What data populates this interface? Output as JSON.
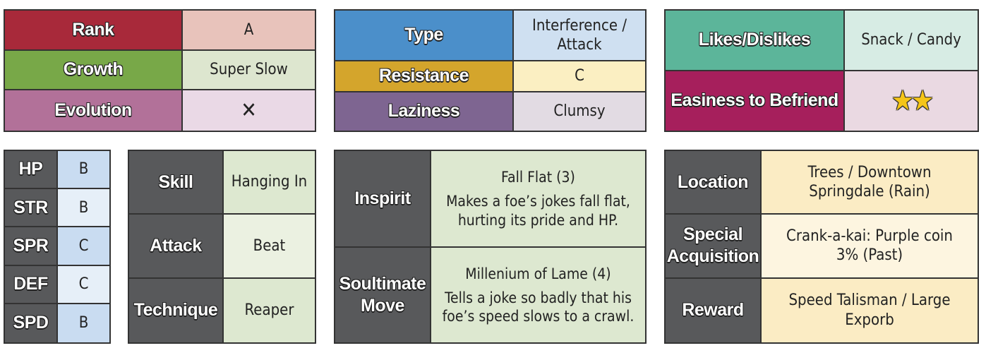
{
  "table1": {
    "rank_label": "Rank",
    "rank_value": "A",
    "growth_label": "Growth",
    "growth_value": "Super Slow",
    "evolution_label": "Evolution",
    "evolution_value": "✕"
  },
  "table2": {
    "type_label": "Type",
    "type_value_line1": "Interference /",
    "type_value_line2": "Attack",
    "resistance_label": "Resistance",
    "resistance_value": "C",
    "laziness_label": "Laziness",
    "laziness_value": "Clumsy"
  },
  "table3": {
    "likes_label": "Likes/Dislikes",
    "likes_value": "Snack / Candy",
    "befriend_label": "Easiness to Befriend",
    "befriend_value": "★★"
  },
  "stats": [
    {
      "label": "HP",
      "value": "B"
    },
    {
      "label": "STR",
      "value": "B"
    },
    {
      "label": "SPR",
      "value": "C"
    },
    {
      "label": "DEF",
      "value": "C"
    },
    {
      "label": "SPD",
      "value": "B"
    }
  ],
  "abilities": {
    "skill_label": "Skill",
    "skill_value": "Hanging In",
    "attack_label": "Attack",
    "attack_value": "Beat",
    "technique_label": "Technique",
    "technique_value": "Reaper"
  },
  "moves": {
    "inspirit_label": "Inspirit",
    "inspirit_title": "Fall Flat (3)",
    "inspirit_desc_line1": "Makes a foe’s jokes fall flat,",
    "inspirit_desc_line2": "hurting its pride and HP.",
    "soultimate_label_line1": "Soultimate",
    "soultimate_label_line2": "Move",
    "soultimate_title": "Millenium of Lame (4)",
    "soultimate_desc_line1": "Tells a joke so badly that his",
    "soultimate_desc_line2": "foe’s speed slows to a crawl."
  },
  "location": {
    "location_label": "Location",
    "location_value_line1": "Trees / Downtown",
    "location_value_line2": "Springdale (Rain)",
    "special_label_line1": "Special",
    "special_label_line2": "Acquisition",
    "special_value_line1": "Crank-a-kai: Purple coin",
    "special_value_line2": "3% (Past)",
    "reward_label": "Reward",
    "reward_value": "Speed Talisman / Large Exporb"
  },
  "colors": {
    "rank": "#a8293a",
    "rank_bg": "#e8c3bb",
    "growth": "#78a848",
    "growth_bg": "#dde6cf",
    "evolution": "#b27199",
    "evolution_bg": "#ead9e6",
    "type": "#4b8fca",
    "type_bg": "#cfe0f1",
    "resistance": "#d4a52c",
    "resistance_bg": "#fbefc2",
    "laziness": "#7e6591",
    "laziness_bg": "#e2dbe3",
    "likes": "#5cb59a",
    "likes_bg": "#d7ece4",
    "befriend": "#a61f5c",
    "befriend_bg": "#ead9e2",
    "dark": "#58595b",
    "stat_bg_a": "#c9dcf1",
    "stat_bg_b": "#e6eff8",
    "green_bg": "#dde8d0",
    "green_bg_light": "#ebf1e1",
    "yellow_bg": "#fbecc4",
    "yellow_bg_light": "#fdf5e0"
  }
}
